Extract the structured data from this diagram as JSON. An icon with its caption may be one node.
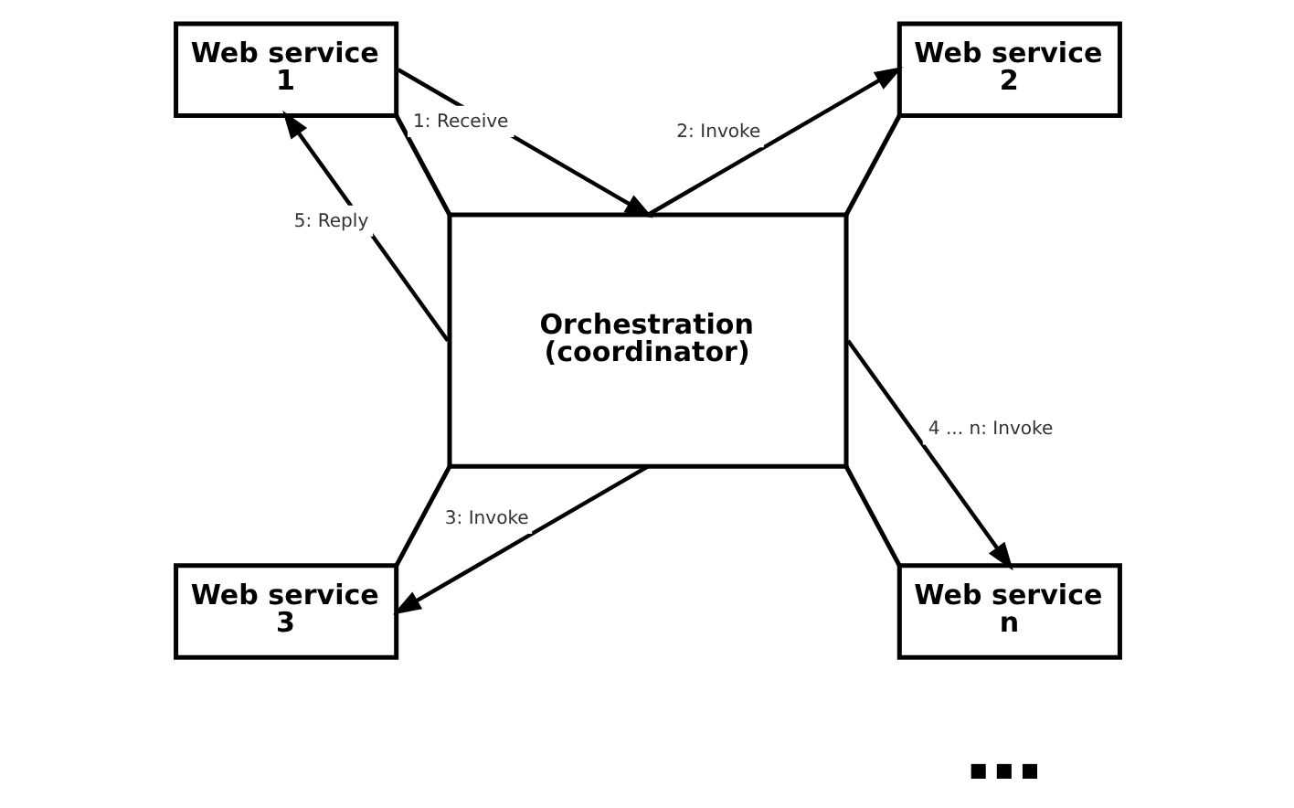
{
  "diagram": {
    "nodes": [
      {
        "text": [
          "Web service 1"
        ]
      },
      {
        "text": [
          "Web service 2"
        ]
      },
      {
        "text": [
          "Orchestration (coordinator)"
        ]
      },
      {
        "text": [
          "Web service 3"
        ]
      },
      {
        "text": [
          "Web service n"
        ]
      }
    ],
    "edges": [
      {
        "from": 0,
        "to": 2,
        "arrow": "none"
      },
      {
        "from": 0,
        "to": 2,
        "arrow": "to",
        "label": "1: Receive"
      },
      {
        "from": 2,
        "to": 0,
        "arrow": "to",
        "label": "5: Reply"
      },
      {
        "from": 1,
        "to": 2,
        "arrow": "none"
      },
      {
        "from": 2,
        "to": 1,
        "arrow": "to",
        "label": "2: Invoke"
      },
      {
        "from": 2,
        "to": 3,
        "arrow": "none"
      },
      {
        "from": 2,
        "to": 3,
        "arrow": "to",
        "label": "3: Invoke"
      },
      {
        "from": 2,
        "to": 4,
        "arrow": "none"
      },
      {
        "from": 2,
        "to": 4,
        "arrow": "to",
        "label": "4 ... n: Invoke"
      }
    ]
  }
}
